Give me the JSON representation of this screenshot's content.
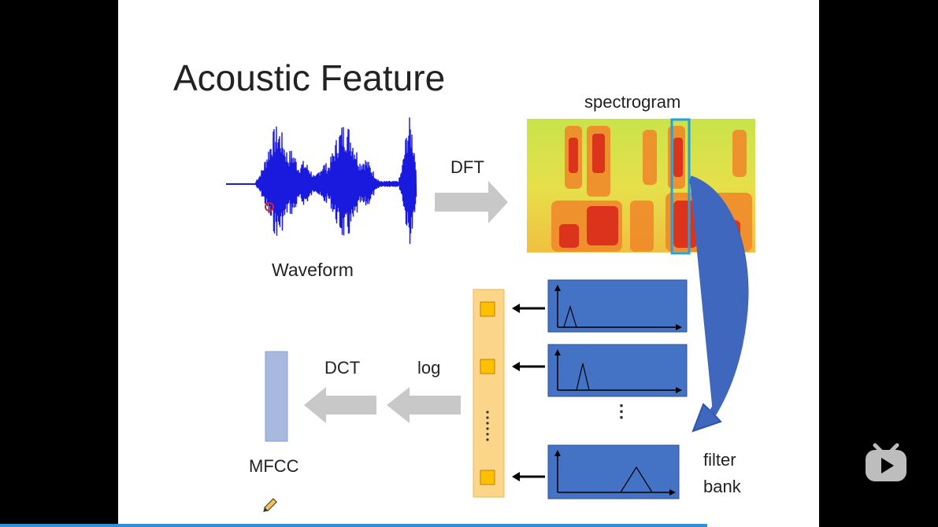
{
  "slide": {
    "title": "Acoustic Feature",
    "spectrogram_label": "spectrogram",
    "dft_label": "DFT",
    "waveform_label": "Waveform",
    "dct_label": "DCT",
    "log_label": "log",
    "mfcc_label": "MFCC",
    "filter_bank_label_line1": "filter",
    "filter_bank_label_line2": "bank",
    "vertical_ellipsis": "⋮"
  },
  "player": {
    "logo_icon": "bilibili-tv-icon",
    "progress_color": "#2f8fd8"
  },
  "colors": {
    "waveform": "#1a1adf",
    "filter_box": "#4472c4",
    "feature_column": "#fbd58a",
    "feature_cell": "#ffc000",
    "mfcc_bar": "#a8b9df",
    "arrow_gray": "#c8c8c8",
    "highlight": "#1ea1e6"
  }
}
